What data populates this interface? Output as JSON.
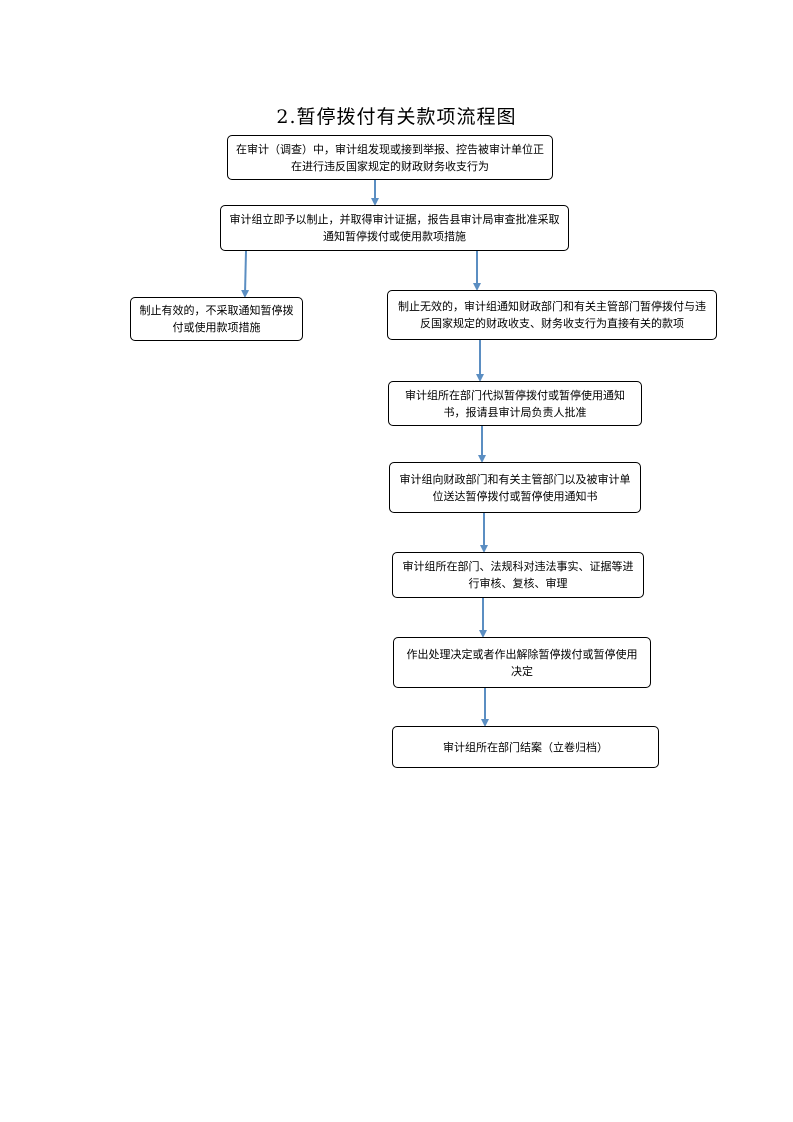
{
  "title": "2.暂停拨付有关款项流程图",
  "colors": {
    "arrow": "#5b8ec2",
    "border": "#000000"
  },
  "nodes": {
    "n1": "在审计（调查）中，审计组发现或接到举报、控告被审计单位正在进行违反国家规定的财政财务收支行为",
    "n2": "审计组立即予以制止，并取得审计证据，报告县审计局审查批准采取通知暂停拨付或使用款项措施",
    "n3": "制止有效的，不采取通知暂停拨付或使用款项措施",
    "n4": "制止无效的，审计组通知财政部门和有关主管部门暂停拨付与违反国家规定的财政收支、财务收支行为直接有关的款项",
    "n5": "审计组所在部门代拟暂停拨付或暂停使用通知书，报请县审计局负责人批准",
    "n6": "审计组向财政部门和有关主管部门以及被审计单位送达暂停拨付或暂停使用通知书",
    "n7": "审计组所在部门、法规科对违法事实、证据等进行审核、复核、审理",
    "n8": "作出处理决定或者作出解除暂停拨付或暂停使用决定",
    "n9": "审计组所在部门结案（立卷归档）"
  }
}
